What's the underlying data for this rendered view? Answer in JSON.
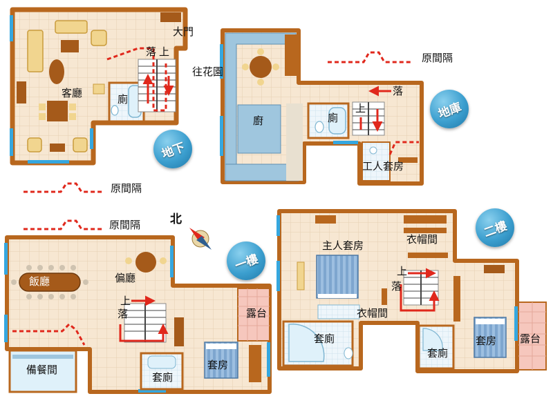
{
  "floors": {
    "basement": {
      "badge": "地下",
      "living_room": "客廳",
      "toilet": "廁",
      "main_door": "大門",
      "stair_down": "落",
      "stair_up": "上"
    },
    "ground": {
      "badge": "地庫",
      "kitchen": "廚",
      "garden": "往花園",
      "toilet": "廁",
      "stair_down": "落",
      "stair_up": "上",
      "maid_room": "工人套房"
    },
    "first": {
      "badge": "一樓",
      "dining": "飯廳",
      "side_hall": "偏廳",
      "pantry": "備餐間",
      "balcony": "露台",
      "bathroom": "套廁",
      "ensuite": "套房",
      "stair_up": "上",
      "stair_down": "落"
    },
    "second": {
      "badge": "二樓",
      "master": "主人套房",
      "wardrobe_1": "衣帽間",
      "wardrobe_2": "衣帽間",
      "bathroom_1": "套廁",
      "ensuite": "套房",
      "bathroom_2": "套廁",
      "balcony": "露台",
      "stair_up": "上",
      "stair_down": "落"
    }
  },
  "legends": [
    {
      "label": "原間隔"
    },
    {
      "label": "原間隔"
    },
    {
      "label": "原間隔"
    }
  ],
  "compass": {
    "label": "北"
  },
  "colors": {
    "wall": "#b8671e",
    "wall_dark": "#8a4a12",
    "floor": "#f7e7d2",
    "grid": "#e6cfb2",
    "window": "#35a7df",
    "original_partition": "#e0281c",
    "stair_arrow": "#e0281c",
    "balcony": "#f6c7bd",
    "bath": "#dff1fa",
    "kitchen_counter": "#9fc6de",
    "bed": "#7ea6cf",
    "badge": "#3c9fcf"
  }
}
